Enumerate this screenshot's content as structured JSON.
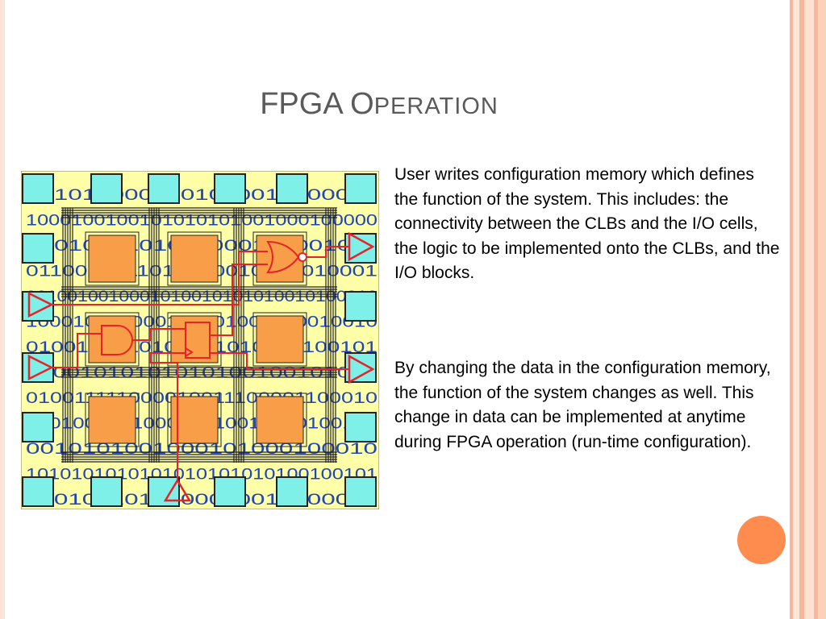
{
  "slide": {
    "title_initial": "FPGA O",
    "title_smallcaps": "PERATION",
    "paragraphs": [
      "User writes configuration memory which defines the function of the system. This includes: the connectivity between the CLBs and the I/O cells, the logic to be implemented onto the CLBs, and the I/O blocks.",
      "By changing the data in the configuration memory, the function of the system changes as well. This change in data can be implemented at anytime during FPGA operation (run-time configuration)."
    ]
  },
  "figure": {
    "bit_rows": [
      "0010100001001010010100010",
      "1000100100101010101001000100000",
      "0001010101001000101001011",
      "0110010011010010010010010001",
      "0010010010001010010101010010100010",
      "100010101000100101001010010010",
      "0100101010101001010100100101",
      "01001010101010100100101010",
      "010011111000010011100001100010",
      "010100010100010010010100100100",
      "0010101001000101000100010",
      "1010101010101010101010100100101",
      "0101001010100010010100010"
    ],
    "colors": {
      "background": "#ffffa8",
      "io_cell": "#7ff0e8",
      "clb": "#f89e48",
      "routing": "#e8222a",
      "wires": "#222222",
      "bits": "#1e46b4"
    }
  },
  "theme": {
    "stripe_colors": [
      "#fde2d4",
      "#f9b79a",
      "#fcd0bb"
    ],
    "accent_circle": "#fd8c4e",
    "title_color": "#5a5a5a"
  }
}
